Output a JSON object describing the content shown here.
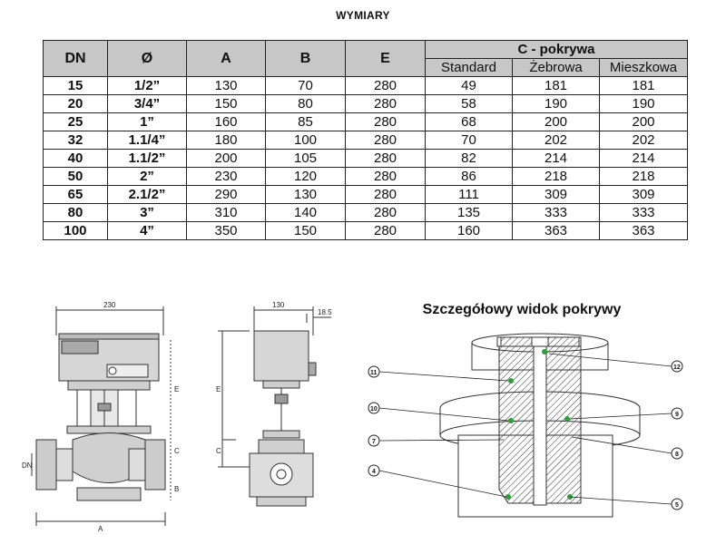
{
  "title": "WYMIARY",
  "table": {
    "headers": {
      "dn": "DN",
      "dia": "Ø",
      "a": "A",
      "b": "B",
      "e": "E",
      "c_group": "C - pokrywa",
      "c_sub": [
        "Standard",
        "Żebrowa",
        "Mieszkowa"
      ]
    },
    "rows": [
      {
        "dn": "15",
        "dia": "1/2”",
        "a": "130",
        "b": "70",
        "e": "280",
        "c1": "49",
        "c2": "181",
        "c3": "181"
      },
      {
        "dn": "20",
        "dia": "3/4”",
        "a": "150",
        "b": "80",
        "e": "280",
        "c1": "58",
        "c2": "190",
        "c3": "190"
      },
      {
        "dn": "25",
        "dia": "1”",
        "a": "160",
        "b": "85",
        "e": "280",
        "c1": "68",
        "c2": "200",
        "c3": "200"
      },
      {
        "dn": "32",
        "dia": "1.1/4”",
        "a": "180",
        "b": "100",
        "e": "280",
        "c1": "70",
        "c2": "202",
        "c3": "202"
      },
      {
        "dn": "40",
        "dia": "1.1/2”",
        "a": "200",
        "b": "105",
        "e": "280",
        "c1": "82",
        "c2": "214",
        "c3": "214"
      },
      {
        "dn": "50",
        "dia": "2”",
        "a": "230",
        "b": "120",
        "e": "280",
        "c1": "86",
        "c2": "218",
        "c3": "218"
      },
      {
        "dn": "65",
        "dia": "2.1/2”",
        "a": "290",
        "b": "130",
        "e": "280",
        "c1": "111",
        "c2": "309",
        "c3": "309"
      },
      {
        "dn": "80",
        "dia": "3”",
        "a": "310",
        "b": "140",
        "e": "280",
        "c1": "135",
        "c2": "333",
        "c3": "333"
      },
      {
        "dn": "100",
        "dia": "4”",
        "a": "350",
        "b": "150",
        "e": "280",
        "c1": "160",
        "c2": "363",
        "c3": "363"
      }
    ]
  },
  "drawings": {
    "front_width_label": "230",
    "side_width_label": "130",
    "side_offset_label": "18.5",
    "labels": {
      "e": "E",
      "c": "C",
      "b": "B",
      "a": "A",
      "dn": "DN"
    }
  },
  "detail": {
    "title": "Szczegółowy widok pokrywy",
    "callouts": [
      "11",
      "12",
      "10",
      "9",
      "7",
      "8",
      "4",
      "5"
    ]
  }
}
